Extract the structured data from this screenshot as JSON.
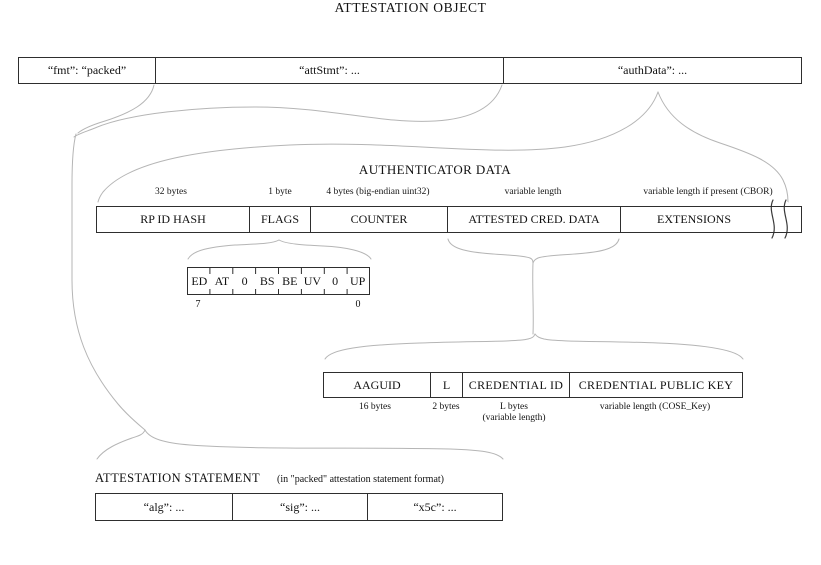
{
  "title": "ATTESTATION OBJECT",
  "attestation_object": {
    "fmt": "“fmt”: “packed”",
    "att_stmt": "“attStmt”: ...",
    "auth_data": "“authData”: ..."
  },
  "authenticator_data": {
    "heading": "AUTHENTICATOR DATA",
    "fields": [
      {
        "name": "RP ID HASH",
        "size": "32 bytes"
      },
      {
        "name": "FLAGS",
        "size": "1 byte"
      },
      {
        "name": "COUNTER",
        "size": "4 bytes (big-endian uint32)"
      },
      {
        "name": "ATTESTED CRED. DATA",
        "size": "variable length"
      },
      {
        "name": "EXTENSIONS",
        "size": "variable length if present (CBOR)"
      }
    ]
  },
  "flags": {
    "bits": [
      "ED",
      "AT",
      "0",
      "BS",
      "BE",
      "UV",
      "0",
      "UP"
    ],
    "high_bit": "7",
    "low_bit": "0"
  },
  "attested_credential_data": {
    "fields": [
      {
        "name": "AAGUID",
        "size": "16 bytes"
      },
      {
        "name": "L",
        "size": "2 bytes"
      },
      {
        "name": "CREDENTIAL ID",
        "size": "L bytes",
        "size_note": "(variable length)"
      },
      {
        "name": "CREDENTIAL PUBLIC KEY",
        "size": "variable length (COSE_Key)"
      }
    ]
  },
  "attestation_statement": {
    "heading": "ATTESTATION STATEMENT",
    "format_note": "(in \"packed\" attestation statement format)",
    "alg": "“alg”: ...",
    "sig": "“sig”: ...",
    "x5c": "“x5c”: ..."
  },
  "colors": {
    "box_border": "#2e2e2e",
    "connector": "#b5b5b5",
    "text": "#111111",
    "background": "#ffffff"
  }
}
